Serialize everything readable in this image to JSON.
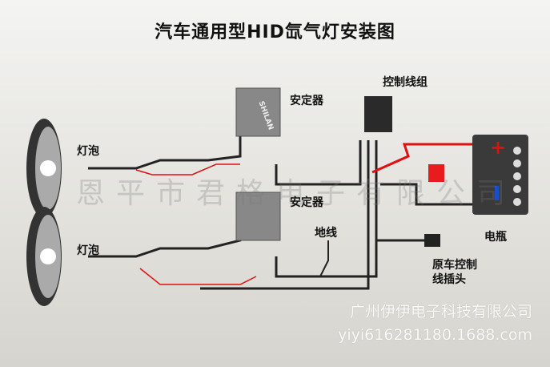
{
  "title": "汽车通用型HID氙气灯安装图",
  "labels": {
    "ballast_top": "安定器",
    "ballast_bottom": "安定器",
    "bulb_top": "灯泡",
    "bulb_bottom": "灯泡",
    "harness": "控制线组",
    "ground": "地线",
    "battery": "电瓶",
    "plug_line1": "原车控制",
    "plug_line2": "线插头",
    "ballast_brand": "SHILAN"
  },
  "watermark": "恩平市君格电子有限公司",
  "footer": {
    "company": "广州伊伊电子科技有限公司",
    "url": "yiyi616281180.1688.com"
  },
  "colors": {
    "wire_red": "#e01010",
    "fuse": "#e81c1c",
    "battery": "#3a3a3a"
  }
}
